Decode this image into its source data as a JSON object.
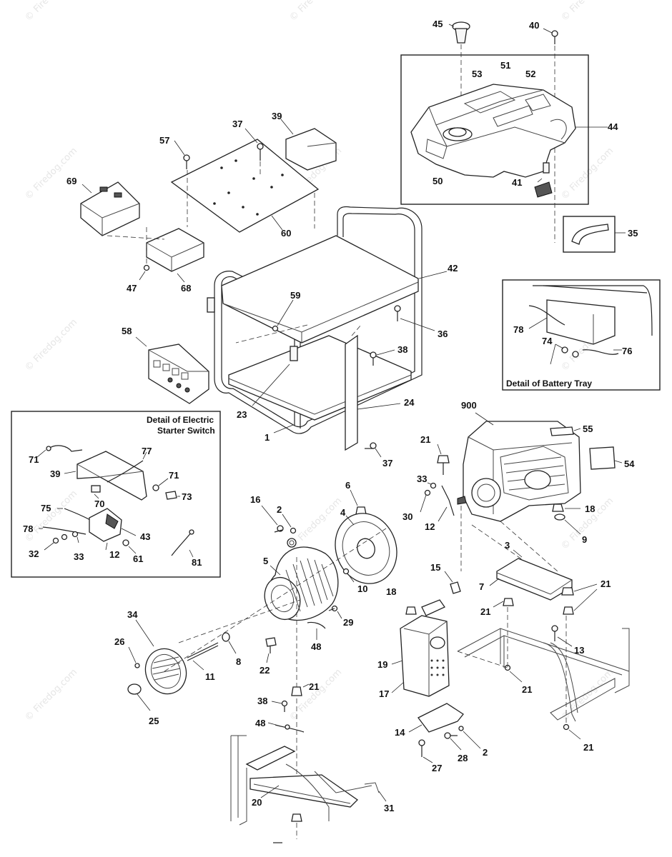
{
  "watermark": {
    "text": "© Firedog.com"
  },
  "labels": {
    "l45": "45",
    "l40": "40",
    "l53": "53",
    "l51": "51",
    "l52": "52",
    "l44": "44",
    "l50": "50",
    "l41": "41",
    "l35": "35",
    "l39a": "39",
    "l37a": "37",
    "l57": "57",
    "l69": "69",
    "l60": "60",
    "l47": "47",
    "l68": "68",
    "l42": "42",
    "l59": "59",
    "l36": "36",
    "l58": "58",
    "l38a": "38",
    "l23": "23",
    "l24": "24",
    "l1": "1",
    "l37b": "37",
    "l78a": "78",
    "l74": "74",
    "l76": "76",
    "l900": "900",
    "l55": "55",
    "l54": "54",
    "l21a": "21",
    "l33a": "33",
    "l30": "30",
    "l12a": "12",
    "l18a": "18",
    "l9": "9",
    "l3": "3",
    "l71a": "71",
    "l77": "77",
    "l39b": "39",
    "l71b": "71",
    "l70": "70",
    "l73": "73",
    "l75": "75",
    "l78b": "78",
    "l43": "43",
    "l32": "32",
    "l33b": "33",
    "l12b": "12",
    "l61": "61",
    "l81": "81",
    "l16": "16",
    "l2a": "2",
    "l6": "6",
    "l4": "4",
    "l5": "5",
    "l10": "10",
    "l15": "15",
    "l7": "7",
    "l21b": "21",
    "l21c": "21",
    "l13": "13",
    "l21d": "21",
    "l34": "34",
    "l26": "26",
    "l8": "8",
    "l11": "11",
    "l22": "22",
    "l48a": "48",
    "l29": "29",
    "l18b": "18",
    "l19": "19",
    "l17": "17",
    "l25": "25",
    "l38b": "38",
    "l21e": "21",
    "l48b": "48",
    "l14": "14",
    "l2b": "2",
    "l28": "28",
    "l27": "27",
    "l20": "20",
    "l31": "31",
    "l21f": "21"
  },
  "captions": {
    "battery_tray": "Detail of Battery Tray",
    "starter_line1": "Detail of Electric",
    "starter_line2": "Starter Switch"
  }
}
